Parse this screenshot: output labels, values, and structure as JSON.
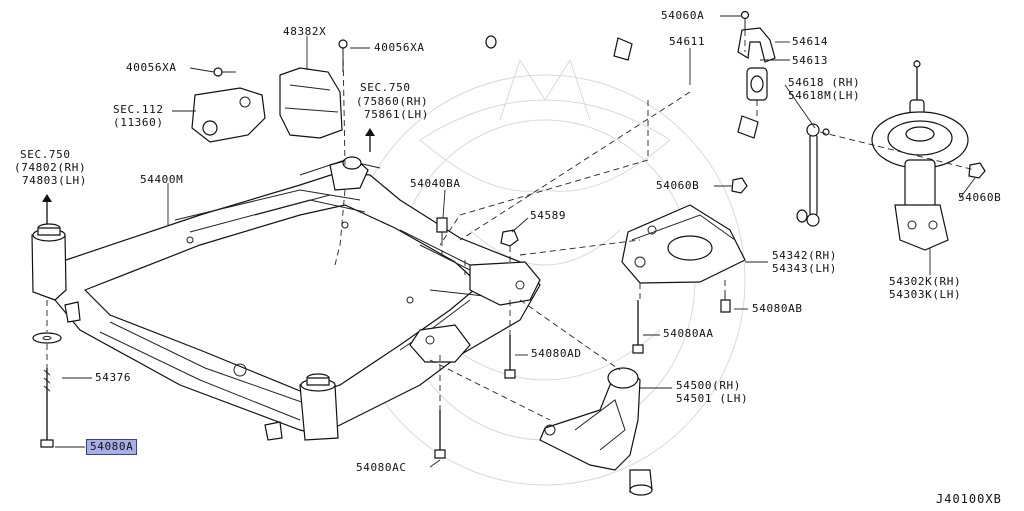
{
  "diagram_id": "J40100XB",
  "highlight_color": "#a9aee6",
  "labels": {
    "p48382x": "48382X",
    "p40056xa_top": "40056XA",
    "p40056xa_left": "40056XA",
    "sec112": "SEC.112",
    "sec112_ref": "(11360)",
    "sec750_mid": "SEC.750",
    "sec750_mid_rh": "(75860(RH)",
    "sec750_mid_lh": "75861(LH)",
    "sec750_left": "SEC.750",
    "sec750_left_rh": "(74802(RH)",
    "sec750_left_lh": "74803(LH)",
    "p54400m": "54400M",
    "p54040ba": "54040BA",
    "p54589": "54589",
    "p54060a": "54060A",
    "p54611": "54611",
    "p54614": "54614",
    "p54613": "54613",
    "p54618rh": "54618 (RH)",
    "p54618lh": "54618M(LH)",
    "p54060b_mid": "54060B",
    "p54060b_right": "54060B",
    "p54342": "54342(RH)",
    "p54343": "54343(LH)",
    "p54080ab": "54080AB",
    "p54080aa": "54080AA",
    "p54080ad": "54080AD",
    "p54376": "54376",
    "p54080a": "54080A",
    "p54500": "54500(RH)",
    "p54501": "54501 (LH)",
    "p54302k": "54302K(RH)",
    "p54303k": "54303K(LH)",
    "p54080ac": "54080AC"
  }
}
